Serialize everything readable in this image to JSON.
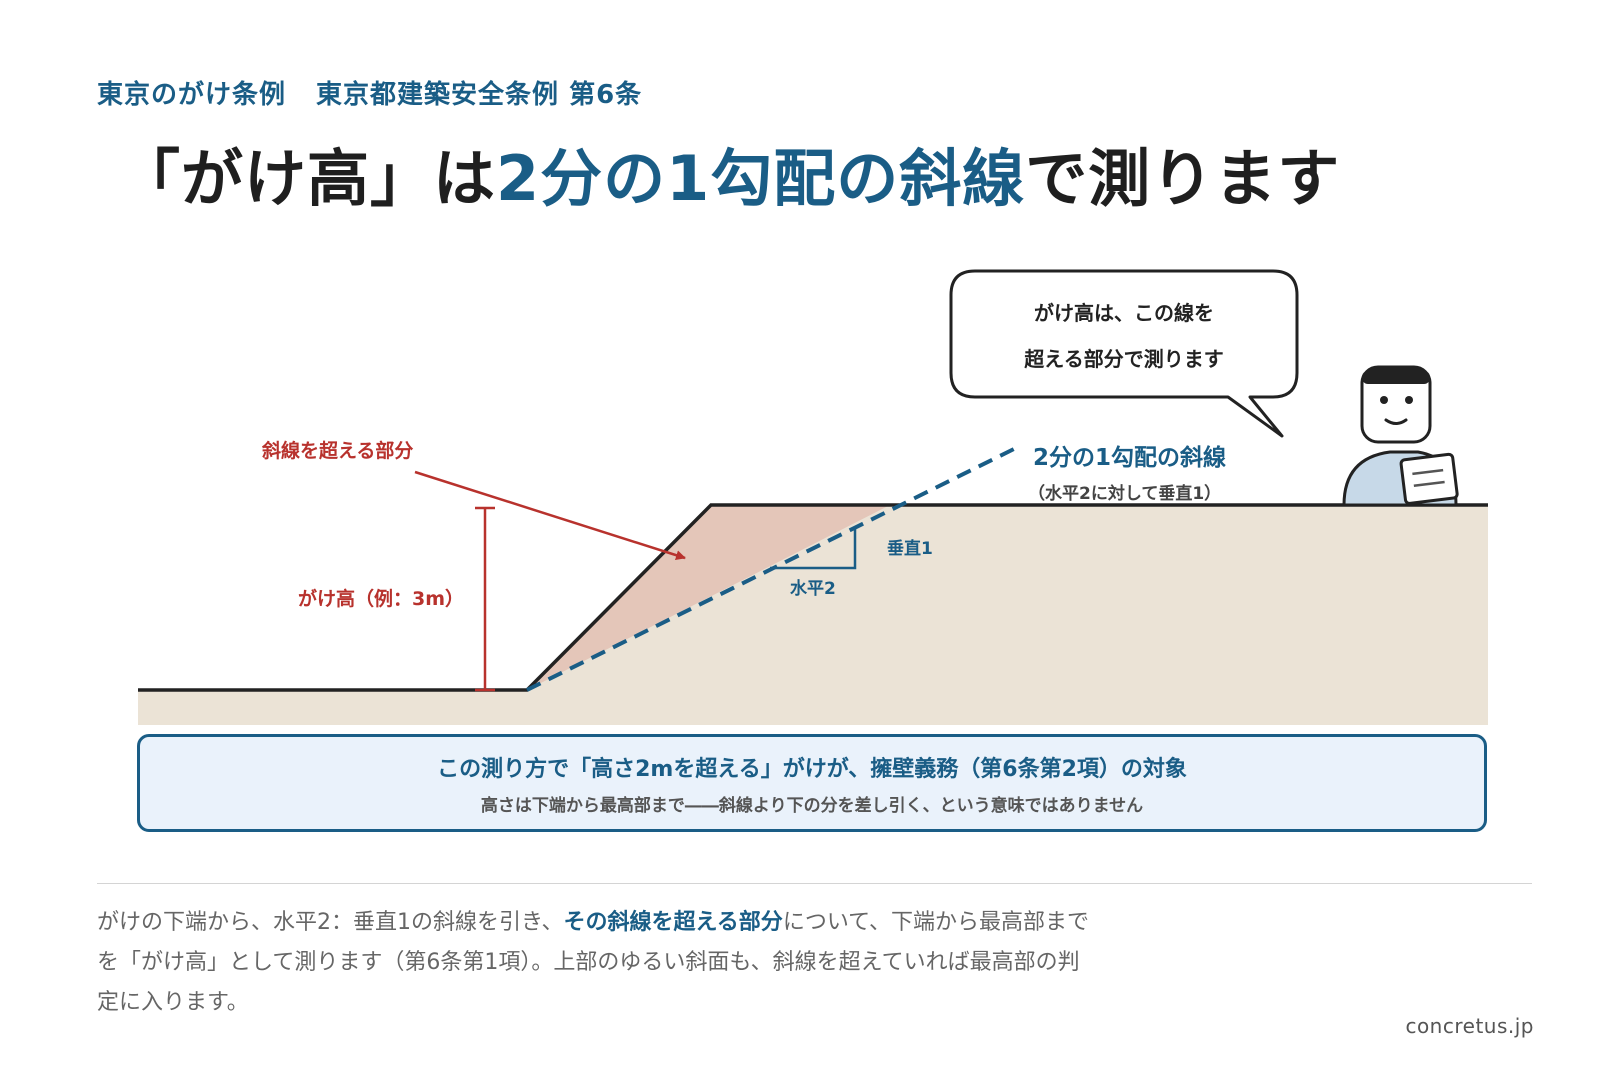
{
  "header": {
    "subtitle_a": "東京のがけ条例",
    "subtitle_b": "東京都建築安全条例 第6条",
    "title_a": "「がけ高」は",
    "title_highlight": "2分の1勾配の斜線",
    "title_b": "で測ります"
  },
  "diagram": {
    "bubble_line1": "がけ高は、この線を",
    "bubble_line2": "超える部分で測ります",
    "exceed_label": "斜線を超える部分",
    "slope_label": "2分の1勾配の斜線",
    "slope_sub": "（水平2に対して垂直1）",
    "vertical_label": "垂直1",
    "horizontal_label": "水平2",
    "height_label": "がけ高（例：3m）",
    "colors": {
      "accent": "#1a5d86",
      "red": "#b8322d",
      "ground": "#ebe3d6",
      "exceed_fill": "#e4c6b9",
      "figure_body": "#c7d9e8"
    }
  },
  "note": {
    "main": "この測り方で「高さ2mを超える」がけが、擁壁義務（第6条第2項）の対象",
    "sub": "高さは下端から最高部まで――斜線より下の分を差し引く、という意味ではありません"
  },
  "description": {
    "line1_a": "がけの下端から、水平2：垂直1の斜線を引き、",
    "line1_strong": "その斜線を超える部分",
    "line1_b": "について、下端から最高部まで",
    "line2": "を「がけ高」として測ります（第6条第1項）。上部のゆるい斜面も、斜線を超えていれば最高部の判",
    "line3": "定に入ります。"
  },
  "credit": "concretus.jp"
}
